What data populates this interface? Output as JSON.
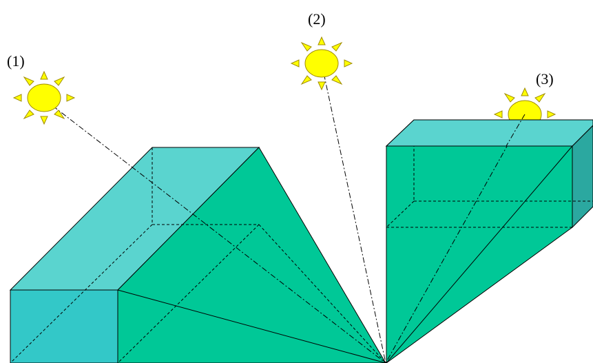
{
  "labels": {
    "sun_1": "(1)",
    "sun_2": "(2)",
    "sun_3": "(3)"
  },
  "colors": {
    "top_face": "#5ad4cf",
    "side_face": "#00c897",
    "front_face": "#33c8c8",
    "right_face": "#2ba8a0",
    "sun": "#ffff00",
    "sun_outline": "#a08c00"
  },
  "icons": {
    "sun": "sun-icon"
  }
}
